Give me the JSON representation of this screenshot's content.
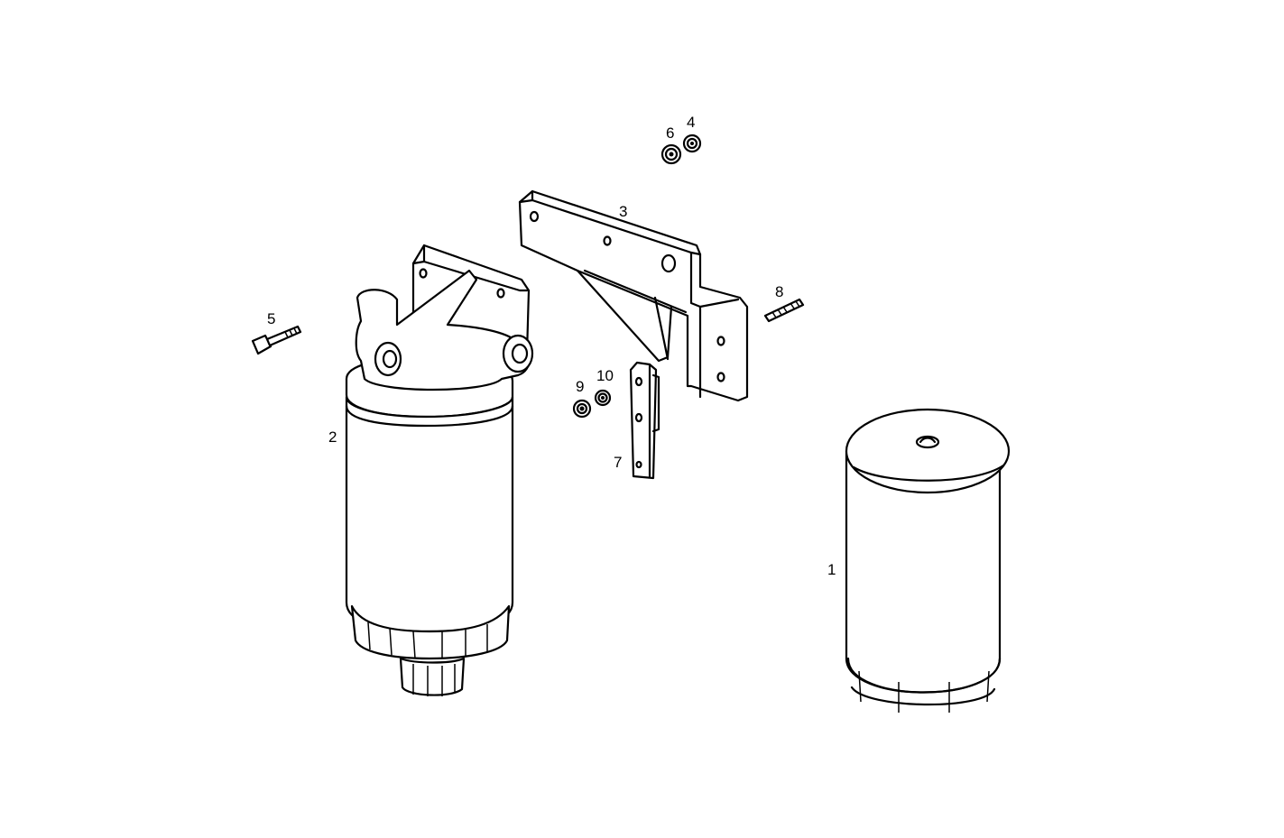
{
  "diagram": {
    "type": "exploded-parts-view",
    "parts": [
      {
        "id": "1",
        "label": "1",
        "name": "filter-cartridge"
      },
      {
        "id": "2",
        "label": "2",
        "name": "fuel-filter-assembly"
      },
      {
        "id": "3",
        "label": "3",
        "name": "mounting-bracket"
      },
      {
        "id": "4",
        "label": "4",
        "name": "washer"
      },
      {
        "id": "5",
        "label": "5",
        "name": "hex-bolt"
      },
      {
        "id": "6",
        "label": "6",
        "name": "nut"
      },
      {
        "id": "7",
        "label": "7",
        "name": "support-strap"
      },
      {
        "id": "8",
        "label": "8",
        "name": "stud"
      },
      {
        "id": "9",
        "label": "9",
        "name": "nut"
      },
      {
        "id": "10",
        "label": "10",
        "name": "washer"
      }
    ]
  },
  "labels": {
    "p1": "1",
    "p2": "2",
    "p3": "3",
    "p4": "4",
    "p5": "5",
    "p6": "6",
    "p7": "7",
    "p8": "8",
    "p9": "9",
    "p10": "10"
  }
}
